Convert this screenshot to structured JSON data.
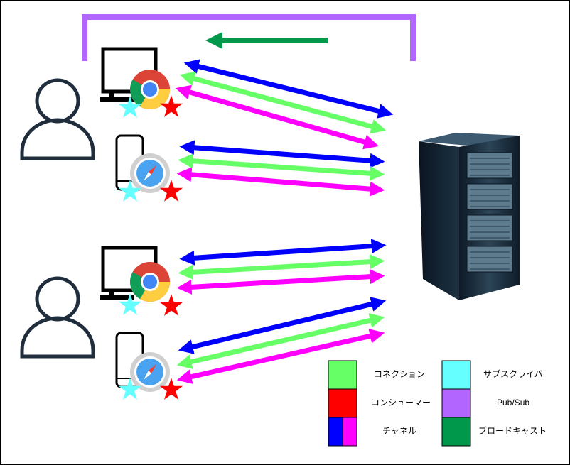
{
  "legend": {
    "items": [
      {
        "label": "コネクション",
        "swatch": "#66ff66",
        "meaning": "connection"
      },
      {
        "label": "コンシューマー",
        "swatch": "#ff0000",
        "meaning": "consumer"
      },
      {
        "label": "チャネル",
        "swatch": [
          "#0000ff",
          "#ff00ff"
        ],
        "meaning": "channel"
      },
      {
        "label": "サブスクライバ",
        "swatch": "#66ffff",
        "meaning": "subscriber"
      },
      {
        "label": "Pub/Sub",
        "swatch": "#b266ff",
        "meaning": "pubsub"
      },
      {
        "label": "ブロードキャスト",
        "swatch": "#00994c",
        "meaning": "broadcast"
      }
    ]
  },
  "colors": {
    "channel_blue": "#0000ff",
    "connection_green": "#66ff66",
    "channel_magenta": "#ff00ff",
    "pubsub_purple": "#b266ff",
    "broadcast_green": "#00994c",
    "subscriber_cyan": "#66ffff",
    "consumer_red": "#ff0000",
    "user_outline": "#1f2d3d"
  },
  "icons": {
    "users": [
      "user-icon",
      "user-icon"
    ],
    "desktops": [
      "desktop-monitor-icon",
      "desktop-monitor-icon"
    ],
    "phones": [
      "mobile-phone-icon",
      "mobile-phone-icon"
    ],
    "browsers": [
      "chrome-icon",
      "safari-icon",
      "chrome-icon",
      "safari-icon"
    ],
    "server": "server-rack-icon"
  }
}
